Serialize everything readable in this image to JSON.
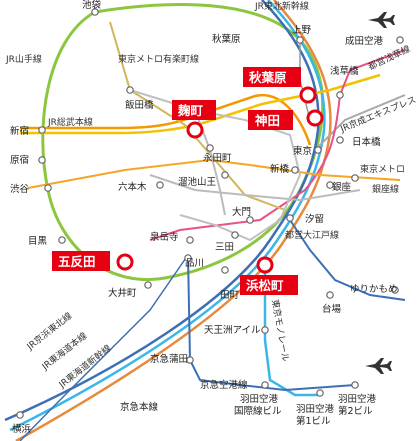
{
  "colors": {
    "yamanote": "#8cc63f",
    "chuo": "#f39800",
    "sobu": "#f2c200",
    "keihin": "#3ab6e8",
    "tokaido": "#e8893b",
    "shinkansen": "#3c6fb4",
    "tozai": "#27aee3",
    "asakusa": "#e8508b",
    "oedo": "#b5b5b5",
    "hibiya": "#a8a8a8",
    "ginza": "#f5a623",
    "monorail": "#3ab6e8",
    "yurikamome": "#3c6fb4",
    "keikyu": "#3c6fb4",
    "highlight": "#e60012"
  },
  "stations": {
    "ikebukuro": "池袋",
    "akibaharabashi_line": "JR東北新幹線",
    "akihabara_top": "秋葉原",
    "ueno": "上野",
    "narita": "成田空港",
    "jr_yamanote": "JR山手線",
    "yurakucho_line": "東京メトロ有楽町線",
    "asakusabashi": "浅草橋",
    "toei_asakusa_line": "都営浅草線",
    "iidabashi": "飯田橋",
    "jr_express": "JR京成エキスプレス",
    "shinjuku": "新宿",
    "jr_sobu_line": "JR総武本線",
    "nihonbashi": "日本橋",
    "nagatacho": "永田町",
    "tokyo": "東京",
    "harajuku": "原宿",
    "tameike": "溜池山王",
    "shinbashi": "新橋",
    "metro_ginza_line": "東京メトロ銀座線",
    "shibuya": "渋谷",
    "roppongi": "六本木",
    "ginza": "銀座",
    "daimon": "大門",
    "shiodome": "汐留",
    "sengakuji": "泉岳寺",
    "mita": "三田",
    "toei_oedo_line": "都営大江戸線",
    "meguro": "目黒",
    "shinagawa": "品川",
    "oimachi": "大井町",
    "yurikamome": "ゆりかもめ",
    "tamachi": "田町",
    "tokyo_monorail": "東京モノレール",
    "daiba": "台場",
    "tennozu": "天王洲アイル",
    "jr_keihin": "JR京浜東北線",
    "jr_tokaido": "JR東海道本線",
    "jr_tokaido_shinkansen": "JR東海道新幹線",
    "keikyu_kamata": "京急蒲田",
    "keikyu_airport": "京急空港線",
    "yokohama": "横浜",
    "keikyu_line": "京急本線",
    "haneda_intl": "羽田空港国際線ビル",
    "haneda_t1": "羽田空港第1ビル",
    "haneda_t2": "羽田空港第2ビル"
  },
  "highlights": {
    "akihabara": "秋葉原",
    "kojimachi": "麹町",
    "kanda": "神田",
    "gotanda": "五反田",
    "hamamatsucho": "浜松町"
  },
  "icons": [
    "airplane-icon-narita",
    "airplane-icon-haneda"
  ]
}
